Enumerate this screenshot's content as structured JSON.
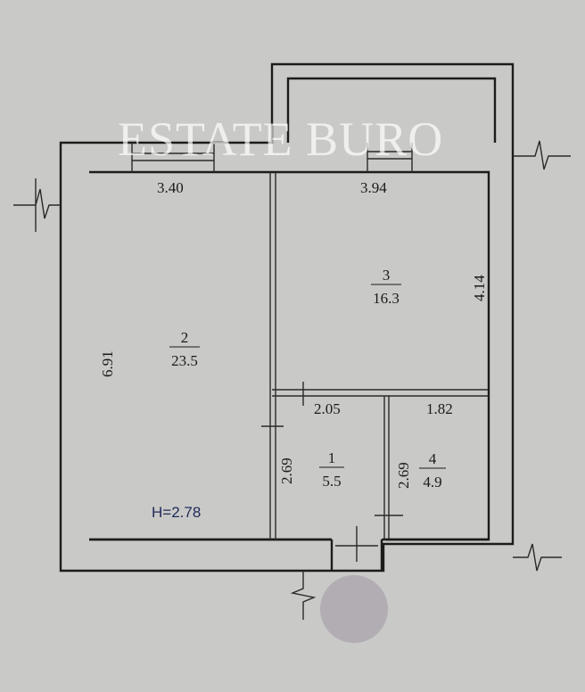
{
  "watermark": "ESTATE BURO",
  "dimensions": {
    "top_left": "3.40",
    "top_right": "3.94",
    "right_room3": "4.14",
    "left_room2": "6.91",
    "room1_top": "2.05",
    "room4_top": "1.82",
    "room1_side": "2.69",
    "room4_side": "2.69"
  },
  "ceiling_height": "H=2.78",
  "rooms": [
    {
      "number": "1",
      "area": "5.5"
    },
    {
      "number": "2",
      "area": "23.5"
    },
    {
      "number": "3",
      "area": "16.3"
    },
    {
      "number": "4",
      "area": "4.9"
    }
  ],
  "colors": {
    "background": "#c9c9c7",
    "line": "#1c1c1c",
    "height_label": "#1f2a5a"
  }
}
